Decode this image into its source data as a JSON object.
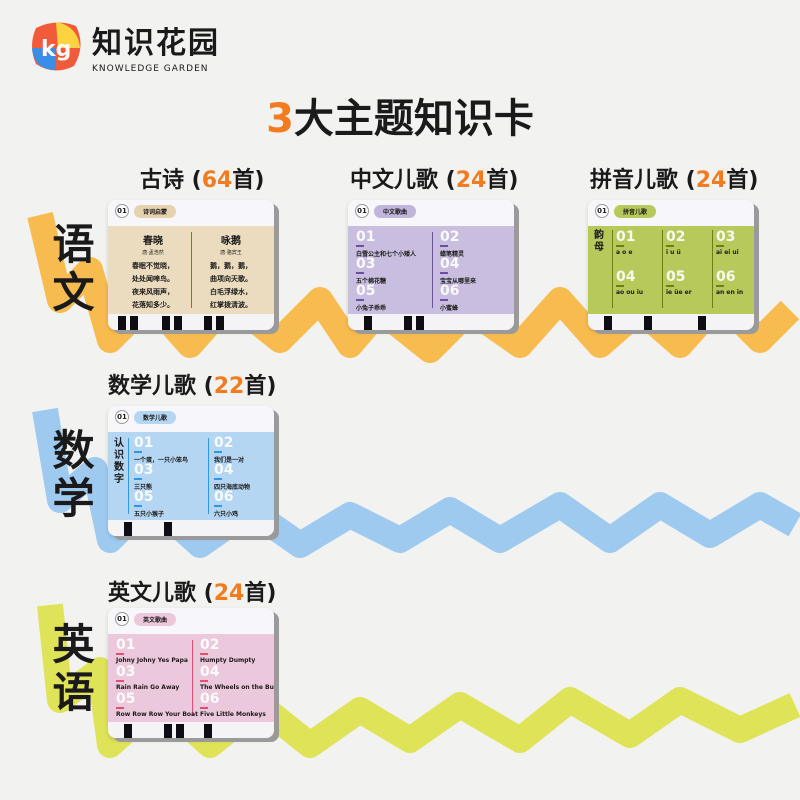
{
  "brand": {
    "name": "知识花园",
    "name_en": "KNOWLEDGE GARDEN",
    "mark": "KG"
  },
  "title": {
    "num": "3",
    "text": "大主题知识卡"
  },
  "subjects": {
    "chinese": "语文",
    "math": "数学",
    "english": "英语"
  },
  "colors": {
    "accent": "#f47c1f",
    "poem": "#ecdcbf",
    "cn_song": "#c9bedf",
    "pinyin": "#b7c95a",
    "math": "#b5d6f3",
    "en": "#ecc8dc"
  },
  "sets": [
    {
      "name": "古诗",
      "count": "64",
      "unit": "首",
      "tag": "诗词启蒙",
      "no": "01",
      "poems": [
        {
          "title": "春晓",
          "author": "唐·孟浩然",
          "lines": [
            "春眠不觉晓，",
            "处处闻啼鸟。",
            "夜来风雨声，",
            "花落知多少。"
          ]
        },
        {
          "title": "咏鹅",
          "author": "唐·骆宾王",
          "lines": [
            "鹅，鹅，鹅，",
            "曲项向天歌。",
            "白毛浮绿水，",
            "红掌拨清波。"
          ]
        }
      ]
    },
    {
      "name": "中文儿歌",
      "count": "24",
      "unit": "首",
      "tag": "中文歌曲",
      "no": "01",
      "items": [
        {
          "no": "01",
          "t": "白雪公主和七个小矮人"
        },
        {
          "no": "02",
          "t": "蜡笔精灵"
        },
        {
          "no": "03",
          "t": "五个棉花糖"
        },
        {
          "no": "04",
          "t": "宝宝从哪里来"
        },
        {
          "no": "05",
          "t": "小兔子乖乖"
        },
        {
          "no": "06",
          "t": "小蜜蜂"
        }
      ]
    },
    {
      "name": "拼音儿歌",
      "count": "24",
      "unit": "首",
      "tag": "拼音儿歌",
      "no": "01",
      "side": "韵母",
      "items": [
        {
          "no": "01",
          "t": "a o e"
        },
        {
          "no": "02",
          "t": "i u ü"
        },
        {
          "no": "03",
          "t": "ai ei ui"
        },
        {
          "no": "04",
          "t": "ao ou iu"
        },
        {
          "no": "05",
          "t": "ie üe er"
        },
        {
          "no": "06",
          "t": "an en in"
        }
      ]
    },
    {
      "name": "数学儿歌",
      "count": "22",
      "unit": "首",
      "tag": "数学儿歌",
      "no": "01",
      "side": "认识数字",
      "items": [
        {
          "no": "01",
          "t": "一个蛋，一只小笨鸟"
        },
        {
          "no": "02",
          "t": "我们是一对"
        },
        {
          "no": "03",
          "t": "三只熊"
        },
        {
          "no": "04",
          "t": "四只海底动物"
        },
        {
          "no": "05",
          "t": "五只小猴子"
        },
        {
          "no": "06",
          "t": "六只小鸡"
        }
      ]
    },
    {
      "name": "英文儿歌",
      "count": "24",
      "unit": "首",
      "tag": "英文歌曲",
      "no": "01",
      "items": [
        {
          "no": "01",
          "t": "Johny Johny Yes Papa"
        },
        {
          "no": "02",
          "t": "Humpty Dumpty"
        },
        {
          "no": "03",
          "t": "Rain Rain Go Away"
        },
        {
          "no": "04",
          "t": "The Wheels on the Bus"
        },
        {
          "no": "05",
          "t": "Row Row Row Your Boat"
        },
        {
          "no": "06",
          "t": "Five Little Monkeys"
        }
      ]
    }
  ]
}
